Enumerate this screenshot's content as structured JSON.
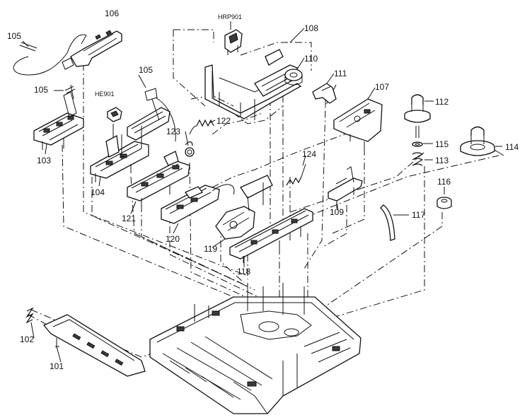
{
  "labels": {
    "p101": "101",
    "p102": "102",
    "p103": "103",
    "p104": "104",
    "p105a": "105",
    "p105b": "105",
    "p105c": "105",
    "p106": "106",
    "p107": "107",
    "p108": "108",
    "p109": "109",
    "p110": "110",
    "p111": "111",
    "p112": "112",
    "p113": "113",
    "p114": "114",
    "p115": "115",
    "p116": "116",
    "p117": "117",
    "p118": "118",
    "p119": "119",
    "p120": "120",
    "p121": "121",
    "p122": "122",
    "p123": "123",
    "p124": "124",
    "hrp901": "HRP901",
    "he901": "HE901"
  }
}
